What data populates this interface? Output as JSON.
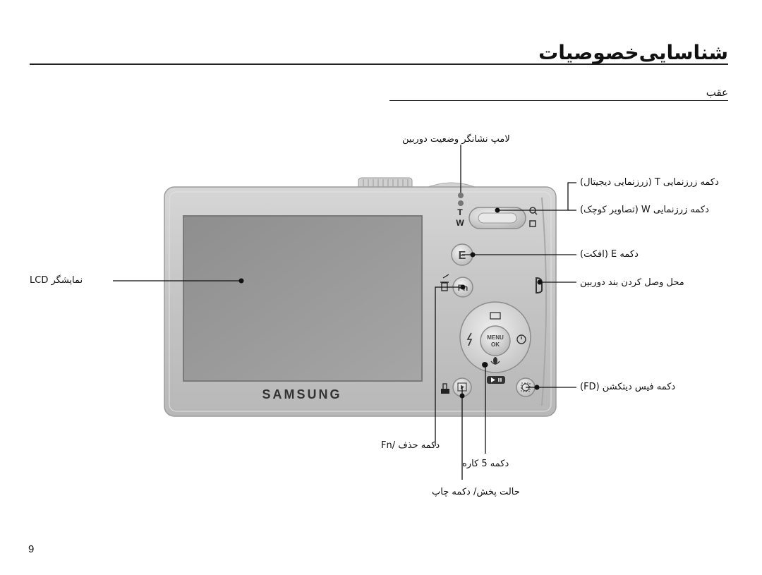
{
  "header": {
    "title": "شناسایی‌خصوصیات",
    "subtitle": "عقب"
  },
  "camera": {
    "brand": "SAMSUNG",
    "button_texts": {
      "zoom_t": "T",
      "zoom_w": "W",
      "e_button": "E",
      "fn_button": "Fn",
      "menu_ok_line1": "MENU",
      "menu_ok_line2": "OK"
    }
  },
  "callouts": {
    "af_lamp": "لامپ نشانگر وضعیت دوربین",
    "zoom_t": "دکمه زرزنمایی T (زرزنمایی دیجیتال)",
    "zoom_w": "دکمه زرزنمایی W (تصاویر کوچک)",
    "e_button": "دکمه E (افکت)",
    "strap": "محل وصل کردن بند دوربین",
    "lcd": "نمایشگر LCD",
    "fd_button": "دکمه فیس دیتکشن (FD)",
    "fn_delete": "Fn/ دکمه حذف",
    "five_button": "دکمه 5 کاره",
    "play_print": "حالت پخش/ دکمه چاپ"
  },
  "footer": {
    "page_number": "9"
  }
}
